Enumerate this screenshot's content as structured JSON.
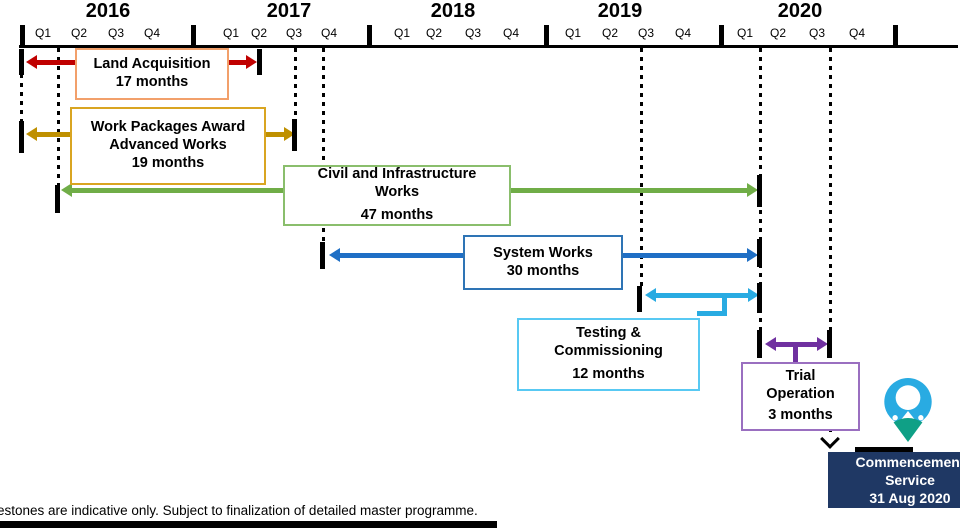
{
  "timeline": {
    "years": [
      {
        "label": "2016",
        "quarters": [
          "Q1",
          "Q2",
          "Q3",
          "Q4"
        ]
      },
      {
        "label": "2017",
        "quarters": [
          "Q1",
          "Q2",
          "Q3",
          "Q4"
        ]
      },
      {
        "label": "2018",
        "quarters": [
          "Q1",
          "Q2",
          "Q3",
          "Q4"
        ]
      },
      {
        "label": "2019",
        "quarters": [
          "Q1",
          "Q2",
          "Q3",
          "Q4"
        ]
      },
      {
        "label": "2020",
        "quarters": [
          "Q1",
          "Q2",
          "Q3",
          "Q4"
        ]
      }
    ]
  },
  "tasks": {
    "land_acquisition": {
      "title": "Land Acquisition",
      "duration": "17 months",
      "arrow_color": "#C00000"
    },
    "work_packages": {
      "line1": "Work Packages Award",
      "line2": "Advanced Works",
      "duration": "19 months",
      "arrow_color": "#BF9000"
    },
    "civil_infrastructure": {
      "line1": "Civil and Infrastructure",
      "line2": "Works",
      "duration": "47 months",
      "arrow_color": "#70AD47"
    },
    "system_works": {
      "title": "System Works",
      "duration": "30 months",
      "arrow_color": "#1F6FC5"
    },
    "testing_commissioning": {
      "line1": "Testing &",
      "line2": "Commissioning",
      "duration": "12 months",
      "arrow_color": "#29ABE2"
    },
    "trial_operation": {
      "line1": "Trial",
      "line2": "Operation",
      "duration": "3 months",
      "arrow_color": "#7030A0"
    }
  },
  "milestone": {
    "line1": "Commencement",
    "line2": "Service",
    "date": "31 Aug 2020",
    "bg_color": "#1F3864"
  },
  "footnote": "estones are indicative only. Subject to finalization of detailed master programme.",
  "icons": {
    "logo": "person-location-pin-logo",
    "logo_blue": "#29ABE2",
    "logo_green": "#0FA086"
  }
}
